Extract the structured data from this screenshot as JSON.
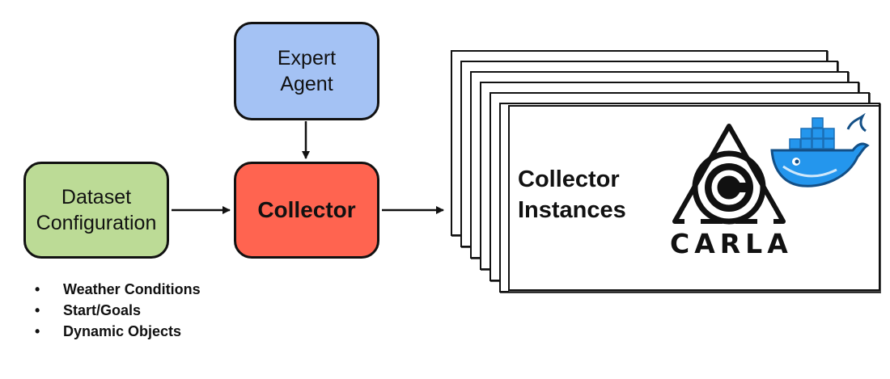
{
  "nodes": {
    "expert_line1": "Expert",
    "expert_line2": "Agent",
    "dataset_line1": "Dataset",
    "dataset_line2": "Configuration",
    "collector": "Collector"
  },
  "instances": {
    "line1": "Collector",
    "line2": "Instances",
    "stack_count": 7
  },
  "dataset_options": [
    "Weather Conditions",
    "Start/Goals",
    "Dynamic Objects"
  ],
  "logos": {
    "carla_text": "CARLA",
    "docker_icon": "docker-whale-icon"
  },
  "colors": {
    "expert": "#a4c2f4",
    "dataset": "#bcdb96",
    "collector": "#ff6450",
    "docker": "#2496ed"
  }
}
